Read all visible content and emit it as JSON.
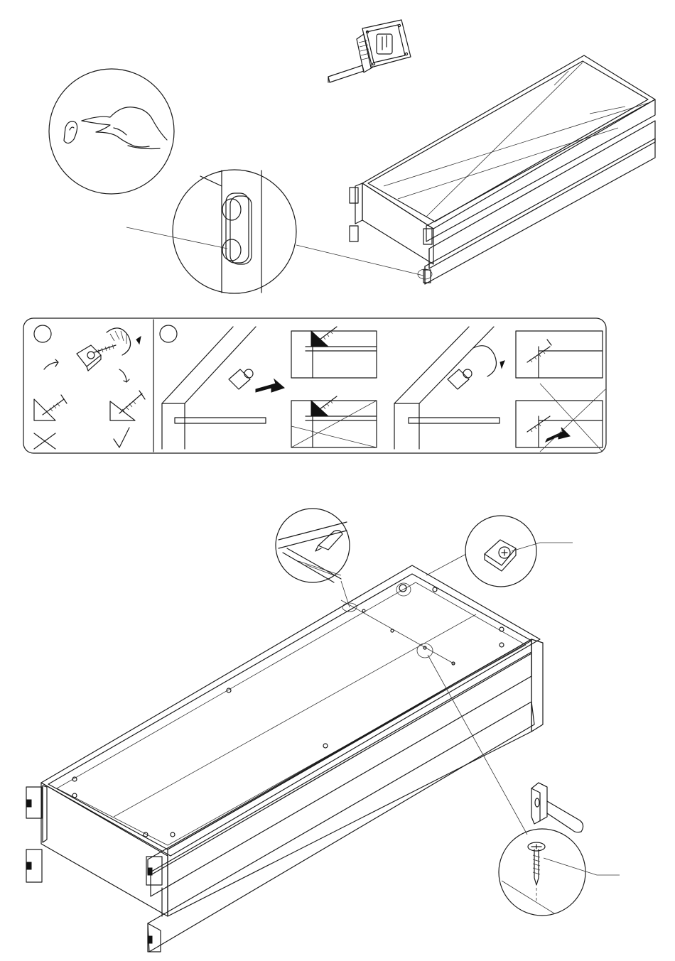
{
  "page": {
    "background": "#ffffff",
    "line_color": "#1a1a1a"
  },
  "steps": {
    "top": {
      "tool": "tape-measure-icon",
      "details": [
        "hand-press-detail",
        "magnetic-catch-detail"
      ]
    },
    "middle": {
      "panels": [
        "hinge-bracket-orientation",
        "bracket-insertion-sequence"
      ],
      "markers": [
        "correct-mark",
        "wrong-mark"
      ]
    },
    "bottom": {
      "tools": [
        "hammer-icon",
        "pencil-mark-detail"
      ],
      "details": [
        "corner-bracket-detail",
        "nail-detail"
      ]
    }
  }
}
